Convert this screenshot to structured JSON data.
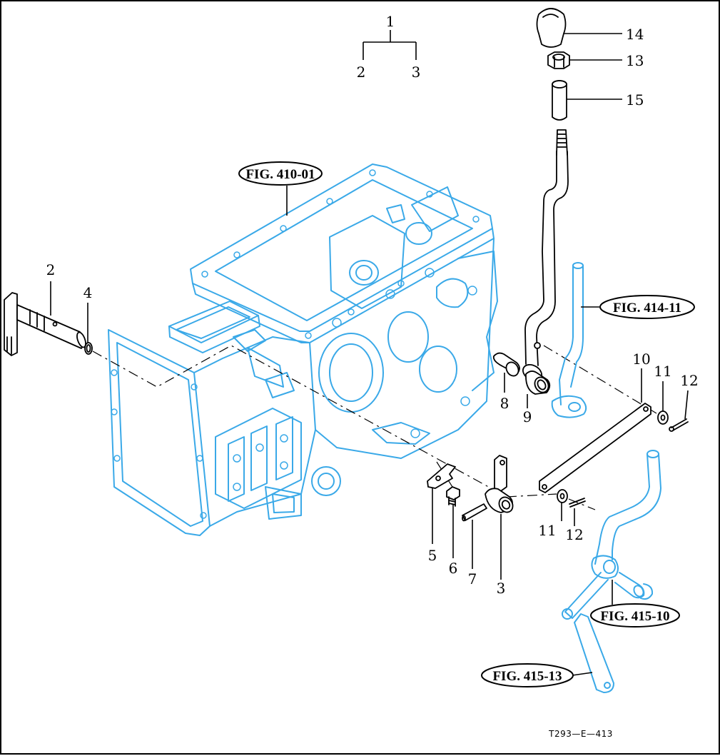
{
  "diagram": {
    "drawing_code": "T293—E—413",
    "references": {
      "fig_410_01": "FIG. 410-01",
      "fig_414_11": "FIG. 414-11",
      "fig_415_10": "FIG. 415-10",
      "fig_415_13": "FIG. 415-13"
    },
    "callouts": {
      "assembly": "1",
      "tree_left": "2",
      "tree_right": "3",
      "shaft": "2",
      "o_ring": "4",
      "plate": "5",
      "bolt": "6",
      "pin": "7",
      "bushing": "8",
      "lever_collar": "9",
      "rod": "10",
      "washer_upper": "11",
      "cotter_upper": "12",
      "washer_lower": "11",
      "cotter_lower": "12",
      "lever_arm": "3",
      "nut": "13",
      "knob": "14",
      "sleeve": "15"
    },
    "colors": {
      "housing": "#3aa9e8",
      "parts": "#000000",
      "background": "#ffffff"
    }
  }
}
